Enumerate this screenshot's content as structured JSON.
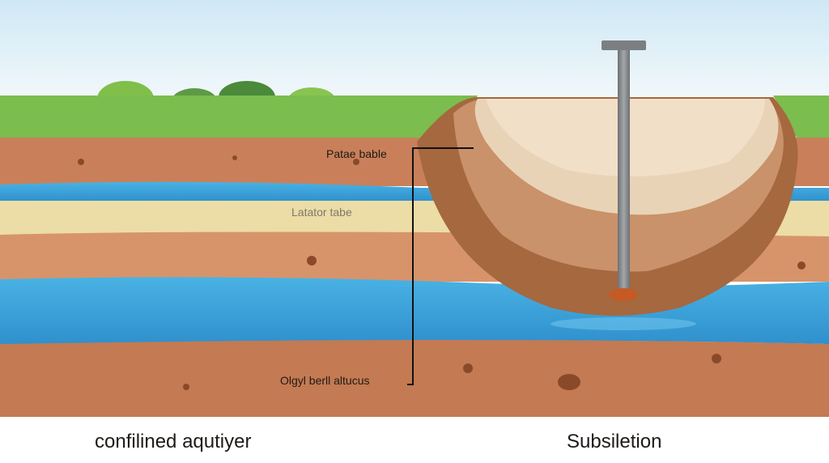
{
  "labels": {
    "water_table": "Patae bable",
    "aquitard": "Latator tabe",
    "bottom_layer": "Olgyl berll altucus",
    "left_caption": "confilined aqutiyer",
    "right_caption": "Subsiletion"
  },
  "colors": {
    "sky": "#d6ecf7",
    "grass": "#7bbd4e",
    "soil": "#c9805a",
    "water": "#3aa6dc",
    "sand": "#ecdca6",
    "pit": "#a5683f",
    "pole": "#8a8d90"
  }
}
